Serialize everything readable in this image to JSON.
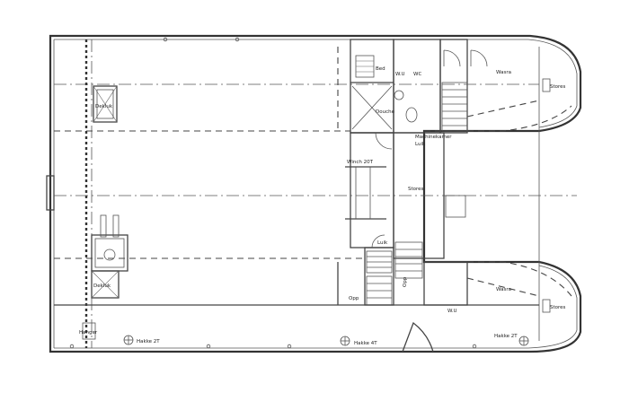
{
  "labels": {
    "hatch_1": "Dekluk",
    "hatch_2": "Dekluk",
    "berth_1": "Bed",
    "sink": "W.U",
    "wc": "WC",
    "shower_1": "Douche",
    "wash_1": "Wasra",
    "store_upper": "Stores",
    "machinery_hatch": "Machinekamer",
    "machinery_hatch_2": "Luik",
    "winch": "Winch 20T",
    "stores_middle": "Stores",
    "opp_1": "Opp",
    "opp_2": "Opp",
    "hatch_down": "Luik",
    "wash_2": "Wasra",
    "sink_2": "W.U",
    "store_lower": "Stores",
    "hanger": "Hanger",
    "hookpoint_1": "Hakke 2T",
    "hookpoint_2": "Hakke 4T",
    "hookpoint_3": "Hakke 2T"
  }
}
